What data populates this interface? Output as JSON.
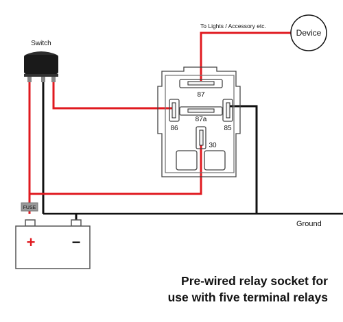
{
  "labels": {
    "switch": "Switch",
    "destination": "To Lights / Accessory etc.",
    "device": "Device",
    "pin_87": "87",
    "pin_87a": "87a",
    "pin_86": "86",
    "pin_85": "85",
    "pin_30": "30",
    "fuse": "FUSE",
    "ground": "Ground",
    "battery_plus": "+",
    "battery_minus": "−"
  },
  "caption": {
    "line1": "Pre-wired relay socket for",
    "line2": "use with five terminal relays"
  },
  "colors": {
    "power_wire": "#e0191f",
    "ground_wire": "#111111",
    "outline": "#555555",
    "fuse_box": "#9a9a9a",
    "switch_body": "#1a1a1a"
  }
}
